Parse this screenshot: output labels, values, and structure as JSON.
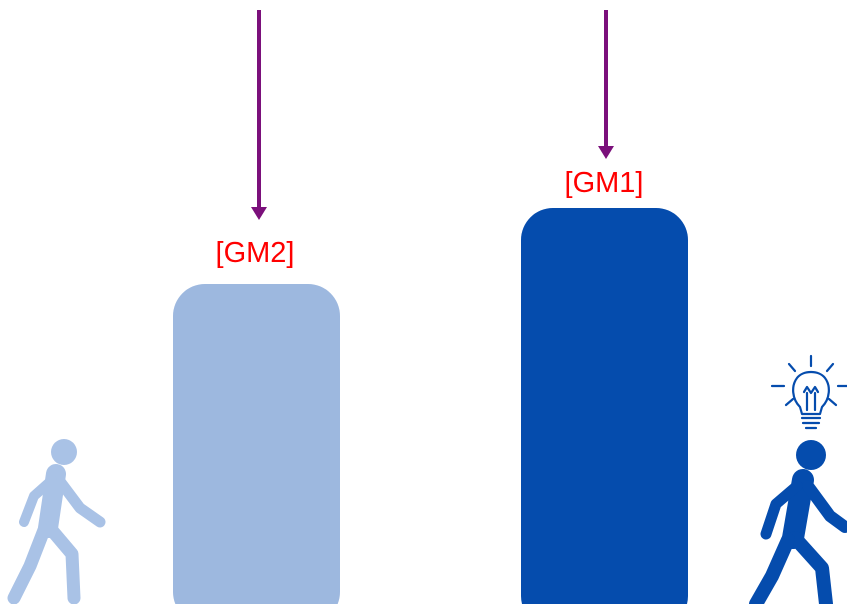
{
  "labels": {
    "gm2": "[GM2]",
    "gm1": "[GM1]"
  },
  "bars": [
    {
      "id": "gm2",
      "relative_height": 0.82,
      "color": "#9db8df"
    },
    {
      "id": "gm1",
      "relative_height": 1.0,
      "color": "#054cad"
    }
  ],
  "colors": {
    "arrow": "#7b107b",
    "label": "#ff0000",
    "walker_faded": "#a9c2e6",
    "walker_active": "#054cad",
    "lightbulb": "#054cad"
  },
  "icons": {
    "left_figure": "walking-person-icon",
    "right_figure": "walking-person-icon",
    "idea": "lightbulb-icon"
  }
}
